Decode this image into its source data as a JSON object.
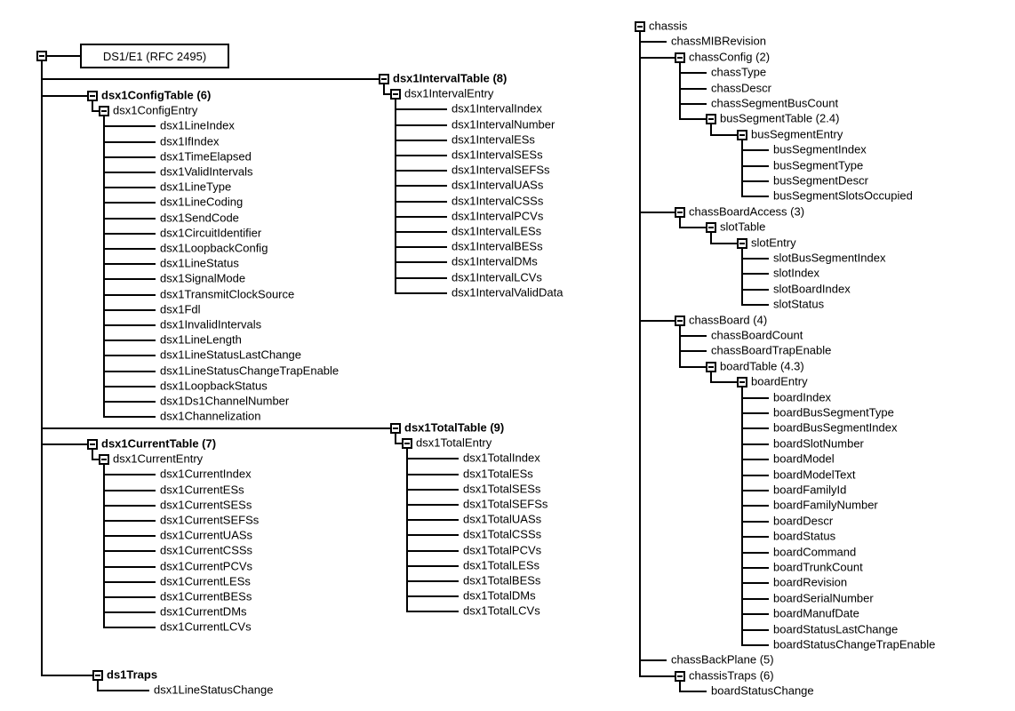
{
  "diagram": {
    "background": "#ffffff",
    "line_color": "#000000",
    "text_color": "#000000"
  },
  "trees": [
    {
      "name": "DS1/E1 MIB tree",
      "root": {
        "label": "DS1/E1 (RFC 2495)",
        "boxed": true,
        "children": [
          {
            "label": "dsx1IntervalTable (8)",
            "bold": true,
            "children": [
              {
                "label": "dsx1IntervalEntry",
                "children": [
                  {
                    "label": "dsx1IntervalIndex"
                  },
                  {
                    "label": "dsx1IntervalNumber"
                  },
                  {
                    "label": "dsx1IntervalESs"
                  },
                  {
                    "label": "dsx1IntervalSESs"
                  },
                  {
                    "label": "dsx1IntervalSEFSs"
                  },
                  {
                    "label": "dsx1IntervalUASs"
                  },
                  {
                    "label": "dsx1IntervalCSSs"
                  },
                  {
                    "label": "dsx1IntervalPCVs"
                  },
                  {
                    "label": "dsx1IntervalLESs"
                  },
                  {
                    "label": "dsx1IntervalBESs"
                  },
                  {
                    "label": "dsx1IntervalDMs"
                  },
                  {
                    "label": "dsx1IntervalLCVs"
                  },
                  {
                    "label": "dsx1IntervalValidData"
                  }
                ]
              }
            ]
          },
          {
            "label": "dsx1ConfigTable (6)",
            "bold": true,
            "children": [
              {
                "label": "dsx1ConfigEntry",
                "children": [
                  {
                    "label": "dsx1LineIndex"
                  },
                  {
                    "label": "dsx1IfIndex"
                  },
                  {
                    "label": "dsx1TimeElapsed"
                  },
                  {
                    "label": "dsx1ValidIntervals"
                  },
                  {
                    "label": "dsx1LineType"
                  },
                  {
                    "label": "dsx1LineCoding"
                  },
                  {
                    "label": "dsx1SendCode"
                  },
                  {
                    "label": "dsx1CircuitIdentifier"
                  },
                  {
                    "label": "dsx1LoopbackConfig"
                  },
                  {
                    "label": "dsx1LineStatus"
                  },
                  {
                    "label": "dsx1SignalMode"
                  },
                  {
                    "label": "dsx1TransmitClockSource"
                  },
                  {
                    "label": "dsx1Fdl"
                  },
                  {
                    "label": "dsx1InvalidIntervals"
                  },
                  {
                    "label": "dsx1LineLength"
                  },
                  {
                    "label": "dsx1LineStatusLastChange"
                  },
                  {
                    "label": "dsx1LineStatusChangeTrapEnable"
                  },
                  {
                    "label": "dsx1LoopbackStatus"
                  },
                  {
                    "label": "dsx1Ds1ChannelNumber"
                  },
                  {
                    "label": "dsx1Channelization"
                  }
                ]
              }
            ]
          },
          {
            "label": "dsx1TotalTable (9)",
            "bold": true,
            "children": [
              {
                "label": "dsx1TotalEntry",
                "children": [
                  {
                    "label": "dsx1TotalIndex"
                  },
                  {
                    "label": "dsx1TotalESs"
                  },
                  {
                    "label": "dsx1TotalSESs"
                  },
                  {
                    "label": "dsx1TotalSEFSs"
                  },
                  {
                    "label": "dsx1TotalUASs"
                  },
                  {
                    "label": "dsx1TotalCSSs"
                  },
                  {
                    "label": "dsx1TotalPCVs"
                  },
                  {
                    "label": "dsx1TotalLESs"
                  },
                  {
                    "label": "dsx1TotalBESs"
                  },
                  {
                    "label": "dsx1TotalDMs"
                  },
                  {
                    "label": "dsx1TotalLCVs"
                  }
                ]
              }
            ]
          },
          {
            "label": "dsx1CurrentTable (7)",
            "bold": true,
            "children": [
              {
                "label": "dsx1CurrentEntry",
                "children": [
                  {
                    "label": "dsx1CurrentIndex"
                  },
                  {
                    "label": "dsx1CurrentESs"
                  },
                  {
                    "label": "dsx1CurrentSESs"
                  },
                  {
                    "label": "dsx1CurrentSEFSs"
                  },
                  {
                    "label": "dsx1CurrentUASs"
                  },
                  {
                    "label": "dsx1CurrentCSSs"
                  },
                  {
                    "label": "dsx1CurrentPCVs"
                  },
                  {
                    "label": "dsx1CurrentLESs"
                  },
                  {
                    "label": "dsx1CurrentBESs"
                  },
                  {
                    "label": "dsx1CurrentDMs"
                  },
                  {
                    "label": "dsx1CurrentLCVs"
                  }
                ]
              }
            ]
          },
          {
            "label": "ds1Traps",
            "bold": true,
            "children": [
              {
                "label": "dsx1LineStatusChange"
              }
            ]
          }
        ]
      }
    },
    {
      "name": "Chassis MIB tree",
      "root": {
        "label": "chassis",
        "children": [
          {
            "label": "chassMIBRevision"
          },
          {
            "label": "chassConfig (2)",
            "children": [
              {
                "label": "chassType"
              },
              {
                "label": "chassDescr"
              },
              {
                "label": "chassSegmentBusCount"
              },
              {
                "label": "busSegmentTable (2.4)",
                "children": [
                  {
                    "label": "busSegmentEntry",
                    "children": [
                      {
                        "label": "busSegmentIndex"
                      },
                      {
                        "label": "busSegmentType"
                      },
                      {
                        "label": "busSegmentDescr"
                      },
                      {
                        "label": "busSegmentSlotsOccupied"
                      }
                    ]
                  }
                ]
              }
            ]
          },
          {
            "label": "chassBoardAccess (3)",
            "children": [
              {
                "label": "slotTable",
                "children": [
                  {
                    "label": "slotEntry",
                    "children": [
                      {
                        "label": "slotBusSegmentIndex"
                      },
                      {
                        "label": "slotIndex"
                      },
                      {
                        "label": "slotBoardIndex"
                      },
                      {
                        "label": "slotStatus"
                      }
                    ]
                  }
                ]
              }
            ]
          },
          {
            "label": "chassBoard (4)",
            "children": [
              {
                "label": "chassBoardCount"
              },
              {
                "label": "chassBoardTrapEnable"
              },
              {
                "label": "boardTable (4.3)",
                "children": [
                  {
                    "label": "boardEntry",
                    "children": [
                      {
                        "label": "boardIndex"
                      },
                      {
                        "label": "boardBusSegmentType"
                      },
                      {
                        "label": "boardBusSegmentIndex"
                      },
                      {
                        "label": "boardSlotNumber"
                      },
                      {
                        "label": "boardModel"
                      },
                      {
                        "label": "boardModelText"
                      },
                      {
                        "label": "boardFamilyId"
                      },
                      {
                        "label": "boardFamilyNumber"
                      },
                      {
                        "label": "boardDescr"
                      },
                      {
                        "label": "boardStatus"
                      },
                      {
                        "label": "boardCommand"
                      },
                      {
                        "label": "boardTrunkCount"
                      },
                      {
                        "label": "boardRevision"
                      },
                      {
                        "label": "boardSerialNumber"
                      },
                      {
                        "label": "boardManufDate"
                      },
                      {
                        "label": "boardStatusLastChange"
                      },
                      {
                        "label": "boardStatusChangeTrapEnable"
                      }
                    ]
                  }
                ]
              }
            ]
          },
          {
            "label": "chassBackPlane (5)"
          },
          {
            "label": "chassisTraps (6)",
            "children": [
              {
                "label": "boardStatusChange"
              }
            ]
          }
        ]
      }
    }
  ]
}
